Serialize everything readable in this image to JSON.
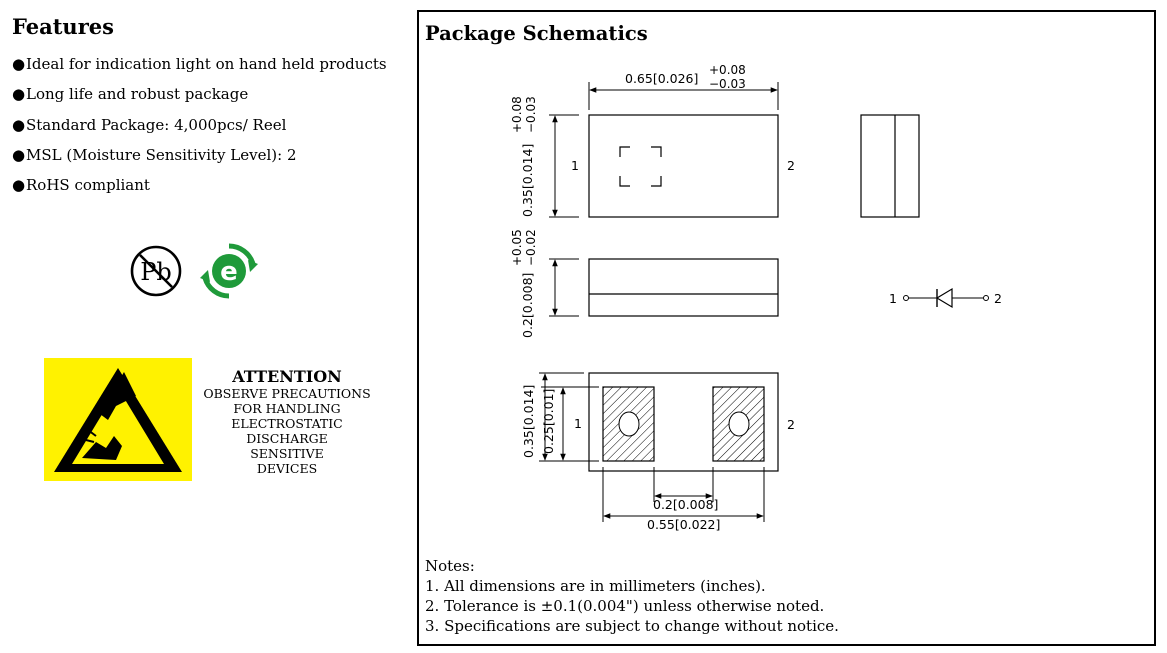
{
  "features": {
    "title": "Features",
    "items": [
      "Ideal for indication light on hand held products",
      "Long life and robust package",
      "Standard Package: 4,000pcs/ Reel",
      "MSL (Moisture Sensitivity Level): 2",
      "RoHS compliant"
    ]
  },
  "logos": {
    "pb": "Pb",
    "e": "e",
    "pb_icon": "lead-free-icon",
    "e_icon": "green-e-icon"
  },
  "attention": {
    "title": "ATTENTION",
    "lines": [
      "OBSERVE PRECAUTIONS",
      "FOR HANDLING",
      "ELECTROSTATIC",
      "DISCHARGE",
      "SENSITIVE",
      "DEVICES"
    ],
    "icon": "esd-warning-icon",
    "color": "#FFF200"
  },
  "schematics": {
    "title": "Package Schematics",
    "top_view": {
      "width_label": "0.65[0.026]",
      "width_tol_plus": "+0.08",
      "width_tol_minus": "−0.03",
      "height_label": "0.35[0.014]",
      "height_tol_plus": "+0.08",
      "height_tol_minus": "−0.03",
      "pin1": "1",
      "pin2": "2"
    },
    "side_view": {
      "height_label": "0.2[0.008]",
      "height_tol_plus": "+0.05",
      "height_tol_minus": "−0.02"
    },
    "diode_symbol": {
      "pin1": "1",
      "pin2": "2"
    },
    "bottom_view": {
      "outer_height": "0.35[0.014]",
      "pad_height": "0.25[0.01]",
      "gap": "0.2[0.008]",
      "span": "0.55[0.022]",
      "pin1": "1",
      "pin2": "2"
    }
  },
  "notes": {
    "title": "Notes:",
    "items": [
      "1. All dimensions are in millimeters (inches).",
      "2. Tolerance is ±0.1(0.004\") unless otherwise noted.",
      "3. Specifications are subject to change without notice."
    ]
  }
}
